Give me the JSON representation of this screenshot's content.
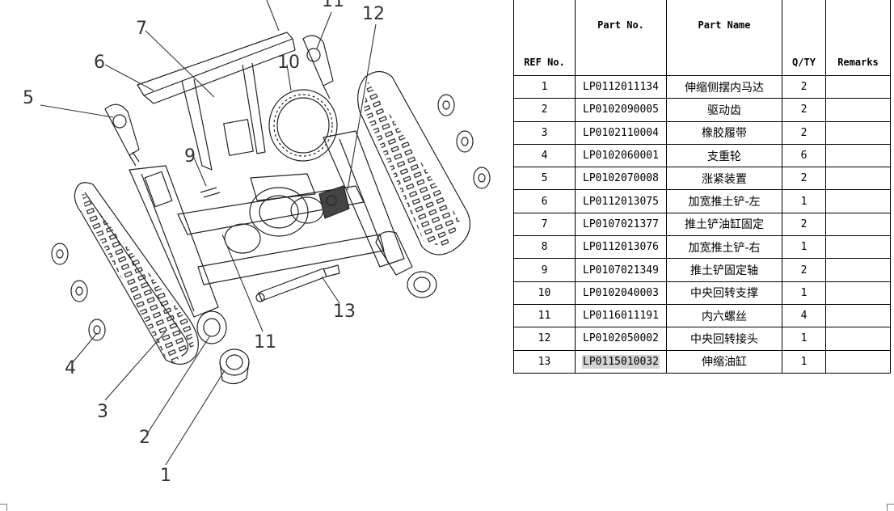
{
  "table": {
    "headers": {
      "ref": "REF No.",
      "part_no": "Part No.",
      "part_name": "Part Name",
      "qty": "Q/TY",
      "remarks": "Remarks"
    },
    "rows": [
      {
        "ref": "1",
        "part_no": "LP0112011134",
        "name": "伸缩侧摆内马达",
        "qty": "2",
        "remarks": ""
      },
      {
        "ref": "2",
        "part_no": "LP0102090005",
        "name": "驱动齿",
        "qty": "2",
        "remarks": ""
      },
      {
        "ref": "3",
        "part_no": "LP0102110004",
        "name": "橡胶履带",
        "qty": "2",
        "remarks": ""
      },
      {
        "ref": "4",
        "part_no": "LP0102060001",
        "name": "支重轮",
        "qty": "6",
        "remarks": ""
      },
      {
        "ref": "5",
        "part_no": "LP0102070008",
        "name": "涨紧装置",
        "qty": "2",
        "remarks": ""
      },
      {
        "ref": "6",
        "part_no": "LP0112013075",
        "name": "加宽推土铲-左",
        "qty": "1",
        "remarks": ""
      },
      {
        "ref": "7",
        "part_no": "LP0107021377",
        "name": "推土铲油缸固定",
        "qty": "2",
        "remarks": ""
      },
      {
        "ref": "8",
        "part_no": "LP0112013076",
        "name": "加宽推土铲-右",
        "qty": "1",
        "remarks": ""
      },
      {
        "ref": "9",
        "part_no": "LP0107021349",
        "name": "推土铲固定轴",
        "qty": "2",
        "remarks": ""
      },
      {
        "ref": "10",
        "part_no": "LP0102040003",
        "name": "中央回转支撑",
        "qty": "1",
        "remarks": ""
      },
      {
        "ref": "11",
        "part_no": "LP0116011191",
        "name": "内六螺丝",
        "qty": "4",
        "remarks": ""
      },
      {
        "ref": "12",
        "part_no": "LP0102050002",
        "name": "中央回转接头",
        "qty": "1",
        "remarks": ""
      },
      {
        "ref": "13",
        "part_no": "LP0115010032",
        "name": "伸缩油缸",
        "qty": "1",
        "remarks": ""
      }
    ],
    "highlighted_part_no": "LP0115010032"
  },
  "diagram": {
    "callouts": [
      "1",
      "2",
      "3",
      "4",
      "5",
      "6",
      "7",
      "9",
      "10",
      "11",
      "11",
      "12",
      "13"
    ]
  },
  "colors": {
    "line": "#222222",
    "highlight": "#d4d4d4"
  }
}
